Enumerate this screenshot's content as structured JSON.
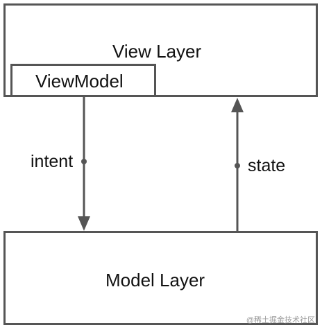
{
  "diagram": {
    "view_layer": {
      "label": "View Layer"
    },
    "viewmodel": {
      "label": "ViewModel"
    },
    "model_layer": {
      "label": "Model Layer"
    },
    "intent_edge": {
      "label": "intent",
      "direction": "ViewModel to Model Layer"
    },
    "state_edge": {
      "label": "state",
      "direction": "Model Layer to View Layer"
    }
  },
  "watermark": {
    "text": "@稀土掘金技术社区"
  },
  "colors": {
    "border": "#555555",
    "text": "#111111",
    "watermark": "#9a9a9a"
  }
}
